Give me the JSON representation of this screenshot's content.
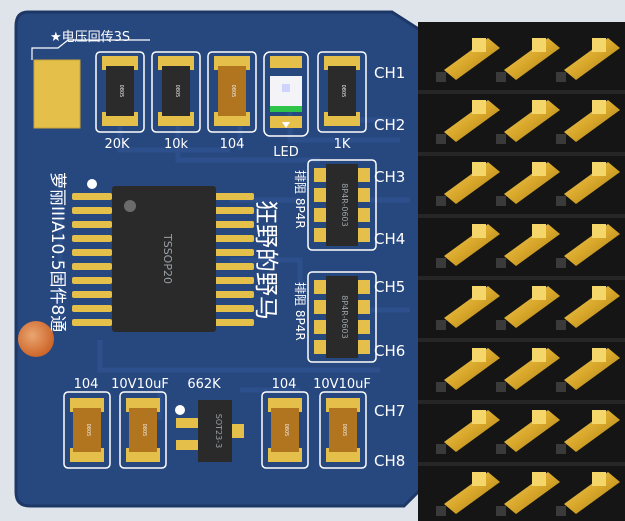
{
  "colors": {
    "board": "#27477f",
    "board_edge": "#1d3766",
    "silkscreen": "#ffffff",
    "pad_gold": "#e4c04a",
    "pin_gold": "#d7a92a",
    "header_black": "#151515",
    "ic_black": "#2a2a2a",
    "resistor_black": "#2b2b2b",
    "capacitor_brown": "#b1741f",
    "led_white": "#f4f4f8",
    "mark_orange": "#ef8a3c"
  },
  "labels": {
    "title": "★电压回传3S",
    "r_20k": "20K",
    "r_10k": "10k",
    "c_104_top": "104",
    "led": "LED",
    "r_1k": "1K",
    "ch1": "CH1",
    "ch2": "CH2",
    "ch3": "CH3",
    "ch4": "CH4",
    "ch5": "CH5",
    "ch6": "CH6",
    "ch7": "CH7",
    "ch8": "CH8",
    "array_top": "排阻 8P4R",
    "array_bottom": "排阻 8P4R",
    "brand_vertical": "狂野的野马",
    "firmware_vertical": "萝丽IIIA10.5固件8通",
    "ic_marking": "TSSOP20",
    "array_marking": "8P4R-0603",
    "sot_marking": "SOT23-3",
    "c_104_bottom_left": "104",
    "c_10v_left": "10V10uF",
    "r_662k": "662K",
    "c_104_bottom_right": "104",
    "c_10v_right": "10V10uF",
    "part_0805": "0805"
  }
}
